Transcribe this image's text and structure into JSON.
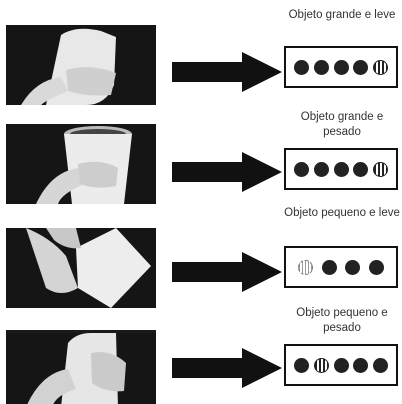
{
  "rows": [
    {
      "caption": "Objeto grande e leve",
      "pattern": [
        "solid",
        "solid",
        "solid",
        "solid",
        "striped"
      ]
    },
    {
      "caption": "Objeto grande e pesado",
      "pattern": [
        "solid",
        "solid",
        "solid",
        "solid",
        "striped"
      ]
    },
    {
      "caption": "Objeto pequeno e leve",
      "pattern": [
        "faint",
        "solid",
        "solid",
        "solid"
      ]
    },
    {
      "caption": "Objeto pequeno e pesado",
      "pattern": [
        "solid",
        "striped",
        "solid",
        "solid",
        "solid"
      ]
    }
  ]
}
